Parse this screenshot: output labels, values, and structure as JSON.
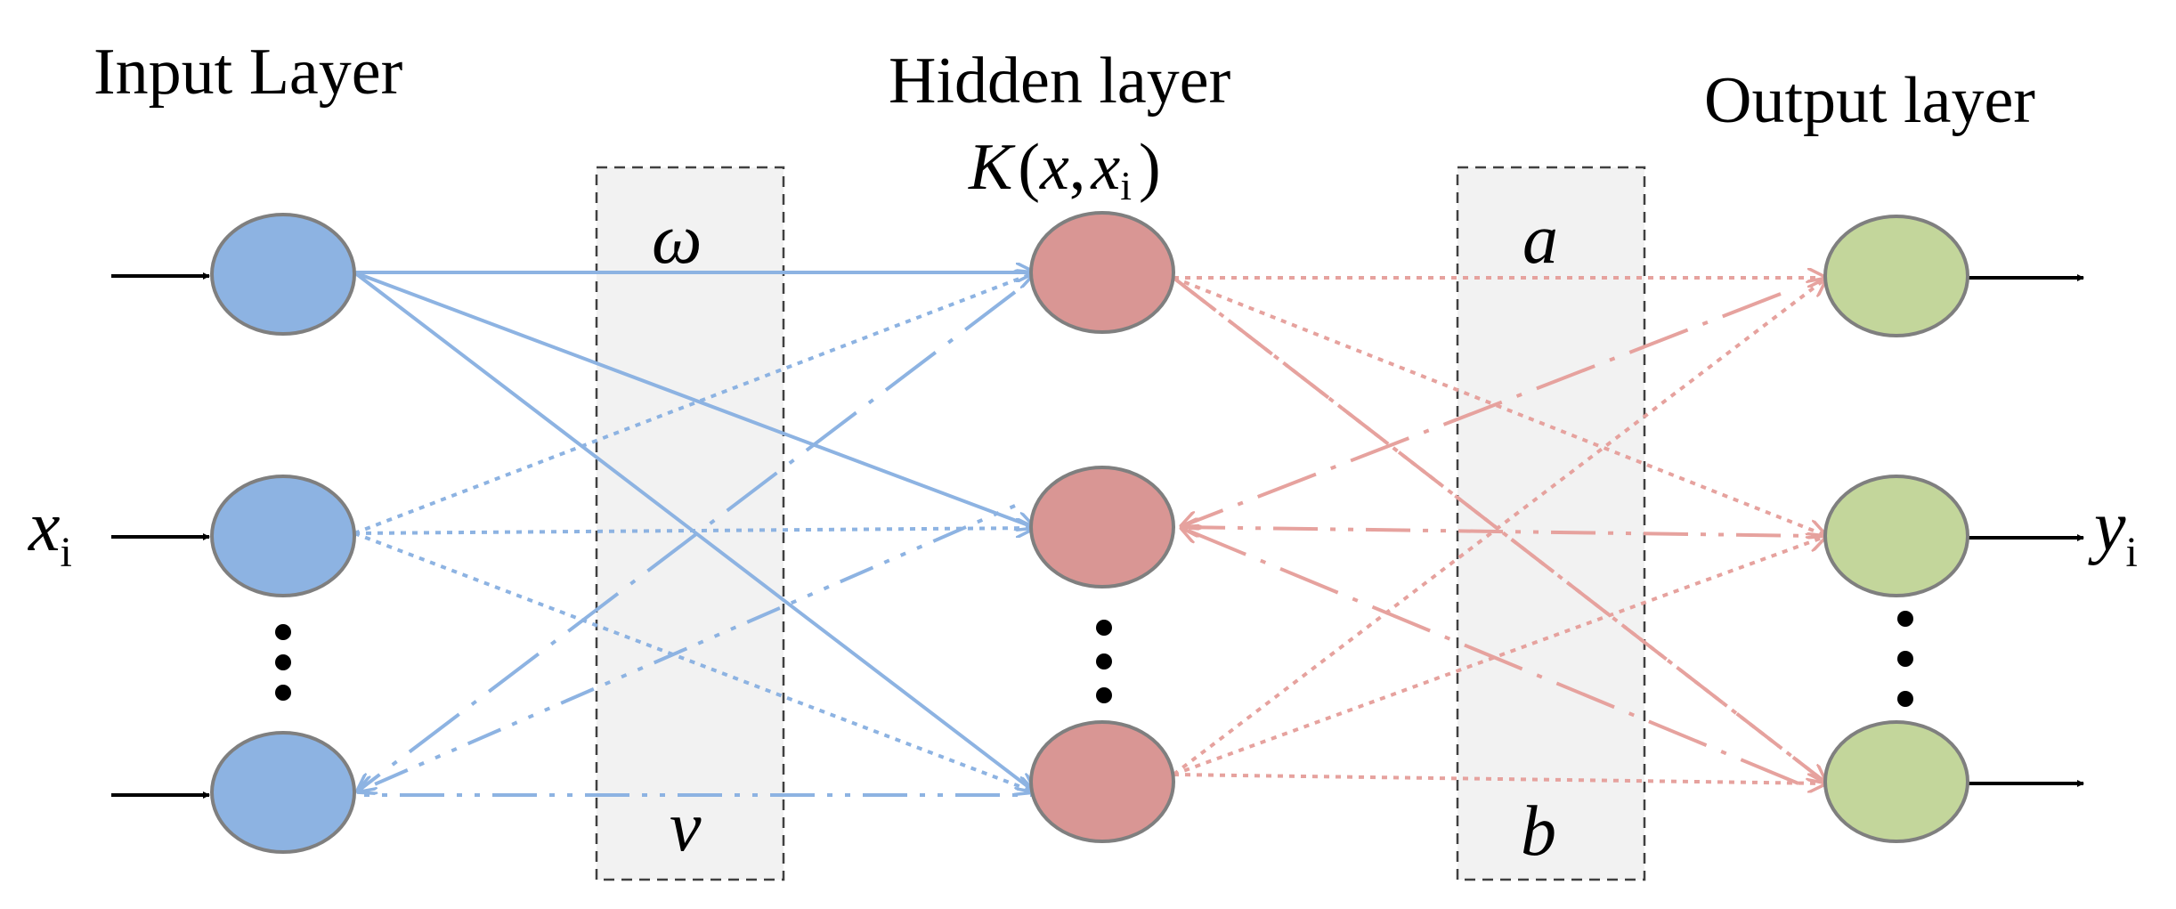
{
  "titles": {
    "input": "Input Layer",
    "hidden": "Hidden layer",
    "output": "Output layer"
  },
  "kernel": {
    "label": "K",
    "open": "(",
    "x": "x",
    "comma": ",",
    "xi": "x",
    "xi_sub": "i",
    "close": ")"
  },
  "weights": {
    "omega": "ω",
    "v": "v",
    "a": "a",
    "b": "b"
  },
  "io": {
    "input_var": "x",
    "input_sub": "i",
    "output_var": "y",
    "output_sub": "i"
  },
  "colors": {
    "input_node": "#8DB3E2",
    "hidden_node": "#D99694",
    "output_node": "#C3D69B",
    "node_border": "#7F7F7F",
    "blue_line": "#8DB3E2",
    "red_line": "#E6A29E",
    "weight_box_fill": "#F2F2F2",
    "weight_box_border": "#404040",
    "arrow": "#000000"
  }
}
